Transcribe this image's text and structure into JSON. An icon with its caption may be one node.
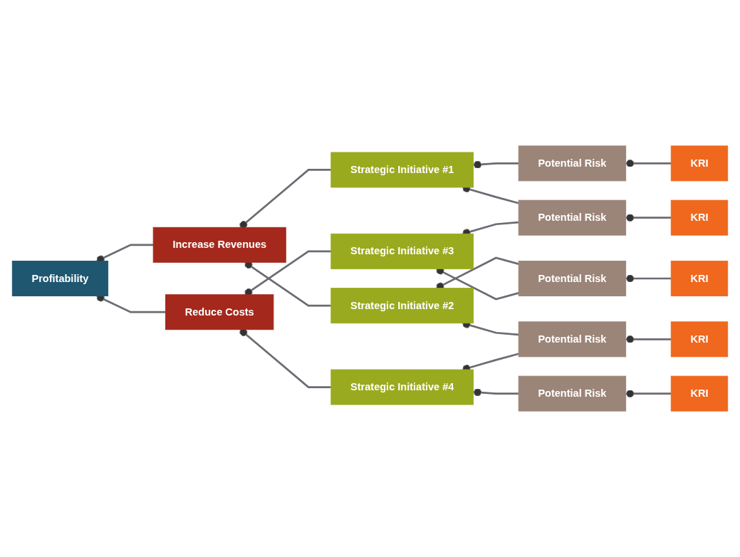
{
  "diagram": {
    "nodes": [
      {
        "text": [
          "Profitability"
        ]
      },
      {
        "text": [
          "Increase Revenues"
        ]
      },
      {
        "text": [
          "Reduce Costs"
        ]
      },
      {
        "text": [
          "Strategic Initiative #1"
        ]
      },
      {
        "text": [
          "Strategic Initiative #2"
        ]
      },
      {
        "text": [
          "Strategic Initiative #3"
        ]
      },
      {
        "text": [
          "Strategic Initiative #4"
        ]
      },
      {
        "text": [
          "Potential Risk"
        ]
      },
      {
        "text": [
          "Potential Risk"
        ]
      },
      {
        "text": [
          "Potential Risk"
        ]
      },
      {
        "text": [
          "Potential Risk"
        ]
      },
      {
        "text": [
          "Potential Risk"
        ]
      },
      {
        "text": [
          "KRI"
        ]
      },
      {
        "text": [
          "KRI"
        ]
      },
      {
        "text": [
          "KRI"
        ]
      },
      {
        "text": [
          "KRI"
        ]
      },
      {
        "text": [
          "KRI"
        ]
      }
    ],
    "edges": [
      {
        "from": 0,
        "to": 1,
        "arrow": "other"
      },
      {
        "from": 0,
        "to": 2,
        "arrow": "other"
      },
      {
        "from": 1,
        "to": 3,
        "arrow": "other"
      },
      {
        "from": 1,
        "to": 4,
        "arrow": "other"
      },
      {
        "from": 2,
        "to": 5,
        "arrow": "other"
      },
      {
        "from": 2,
        "to": 6,
        "arrow": "other"
      },
      {
        "from": 3,
        "to": 7,
        "arrow": "other"
      },
      {
        "from": 3,
        "to": 10,
        "arrow": "other"
      },
      {
        "from": 4,
        "to": 8,
        "arrow": "other"
      },
      {
        "from": 4,
        "to": 9,
        "arrow": "other"
      },
      {
        "from": 5,
        "to": 8,
        "arrow": "other"
      },
      {
        "from": 5,
        "to": 10,
        "arrow": "other"
      },
      {
        "from": 6,
        "to": 9,
        "arrow": "other"
      },
      {
        "from": 6,
        "to": 11,
        "arrow": "other"
      },
      {
        "from": 7,
        "to": 12,
        "arrow": "other"
      },
      {
        "from": 8,
        "to": 13,
        "arrow": "other"
      },
      {
        "from": 9,
        "to": 14,
        "arrow": "other"
      },
      {
        "from": 10,
        "to": 15,
        "arrow": "other"
      },
      {
        "from": 11,
        "to": 16,
        "arrow": "other"
      }
    ]
  }
}
